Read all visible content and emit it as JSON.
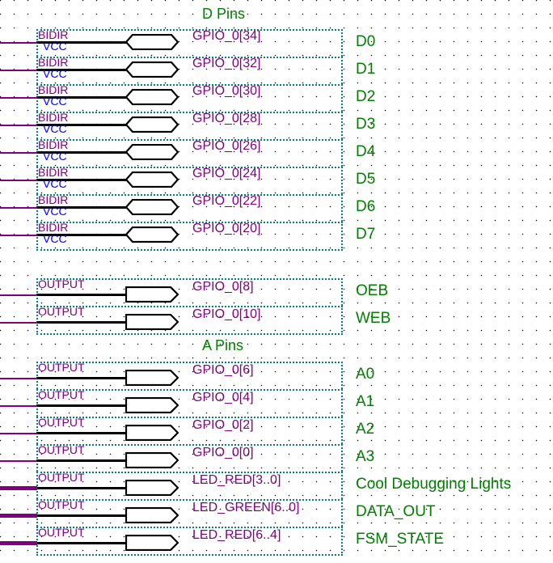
{
  "sections": {
    "d_pins_title": "D Pins",
    "a_pins_title": "A Pins"
  },
  "d_rows": [
    {
      "dir": "BIDIR",
      "std": "VCC",
      "pin": "GPIO_0[34]",
      "net": "D0"
    },
    {
      "dir": "BIDIR",
      "std": "VCC",
      "pin": "GPIO_0[32]",
      "net": "D1"
    },
    {
      "dir": "BIDIR",
      "std": "VCC",
      "pin": "GPIO_0[30]",
      "net": "D2"
    },
    {
      "dir": "BIDIR",
      "std": "VCC",
      "pin": "GPIO_0[28]",
      "net": "D3"
    },
    {
      "dir": "BIDIR",
      "std": "VCC",
      "pin": "GPIO_0[26]",
      "net": "D4"
    },
    {
      "dir": "BIDIR",
      "std": "VCC",
      "pin": "GPIO_0[24]",
      "net": "D5"
    },
    {
      "dir": "BIDIR",
      "std": "VCC",
      "pin": "GPIO_0[22]",
      "net": "D6"
    },
    {
      "dir": "BIDIR",
      "std": "VCC",
      "pin": "GPIO_0[20]",
      "net": "D7"
    }
  ],
  "ctrl_rows": [
    {
      "dir": "OUTPUT",
      "pin": "GPIO_0[8]",
      "net": "OEB"
    },
    {
      "dir": "OUTPUT",
      "pin": "GPIO_0[10]",
      "net": "WEB"
    }
  ],
  "a_rows": [
    {
      "dir": "OUTPUT",
      "pin": "GPIO_0[6]",
      "net": "A0",
      "bus": false
    },
    {
      "dir": "OUTPUT",
      "pin": "GPIO_0[4]",
      "net": "A1",
      "bus": false
    },
    {
      "dir": "OUTPUT",
      "pin": "GPIO_0[2]",
      "net": "A2",
      "bus": false
    },
    {
      "dir": "OUTPUT",
      "pin": "GPIO_0[0]",
      "net": "A3",
      "bus": false
    },
    {
      "dir": "OUTPUT",
      "pin": "LED_RED[3..0]",
      "net": "Cool Debugging Lights",
      "bus": true
    },
    {
      "dir": "OUTPUT",
      "pin": "LED_GREEN[6..0]",
      "net": "DATA_OUT",
      "bus": true
    },
    {
      "dir": "OUTPUT",
      "pin": "LED_RED[6..4]",
      "net": "FSM_STATE",
      "bus": true
    }
  ],
  "colors": {
    "wire_purple": "#800080",
    "label_green": "#008000",
    "frame_teal": "#008080",
    "std_blue": "#0000ff"
  }
}
